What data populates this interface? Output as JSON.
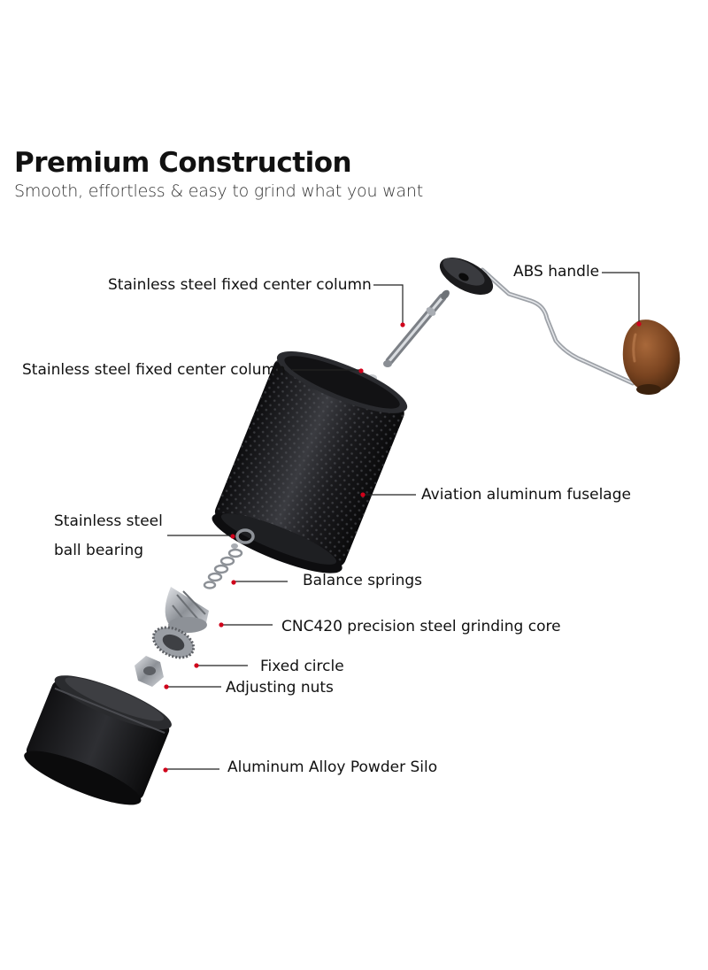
{
  "header": {
    "title": "Premium Construction",
    "subtitle": "Smooth, effortless & easy to grind what you want"
  },
  "labels": {
    "abs_handle": "ABS handle",
    "center_column_1": "Stainless steel fixed center column",
    "center_column_2": "Stainless steel fixed center column",
    "fuselage": "Aviation aluminum fuselage",
    "ball_bearing_line1": "Stainless steel",
    "ball_bearing_line2": "ball bearing",
    "balance_springs": "Balance springs",
    "grinding_core": "CNC420 precision steel grinding core",
    "fixed_circle": "Fixed circle",
    "adjusting_nuts": "Adjusting nuts",
    "powder_silo": "Aluminum Alloy Powder Silo"
  },
  "colors": {
    "leader_line": "#222222",
    "callout_dot": "#d0021b",
    "body_black": "#1c1c1e",
    "steel": "#b8bcc2",
    "wood": "#7a4420"
  }
}
